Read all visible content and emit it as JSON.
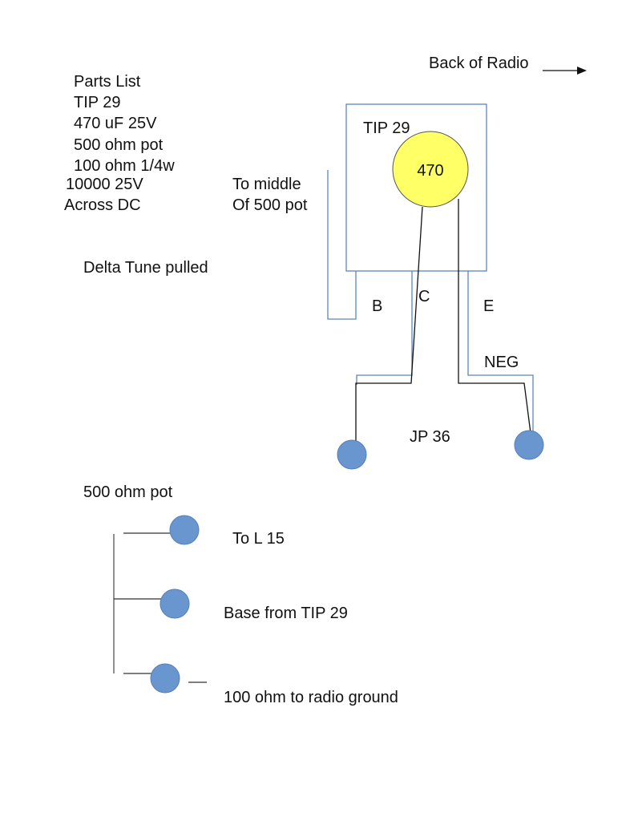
{
  "parts_list": {
    "title": "Parts List",
    "items": [
      "TIP 29",
      "470 uF 25V",
      "500 ohm pot",
      "100 ohm 1/4w"
    ],
    "extra": [
      "10000 25V",
      "Across DC"
    ]
  },
  "notes": {
    "to_middle": [
      "To middle",
      "Of 500 pot"
    ],
    "delta_tune": "Delta Tune pulled",
    "back_of_radio": "Back of Radio"
  },
  "transistor": {
    "label": "TIP 29",
    "capacitor_label": "470",
    "pins": {
      "base": "B",
      "collector": "C",
      "emitter": "E"
    },
    "neg_label": "NEG",
    "jumper_label": "JP 36"
  },
  "pot": {
    "title": "500 ohm pot",
    "terminals": [
      "To L 15",
      "Base from TIP 29",
      "100 ohm to radio ground"
    ]
  },
  "colors": {
    "capacitor_fill": "#ffff66",
    "node_fill": "#6a96d0",
    "box_stroke": "#5e86b5",
    "wire": "#111111"
  }
}
